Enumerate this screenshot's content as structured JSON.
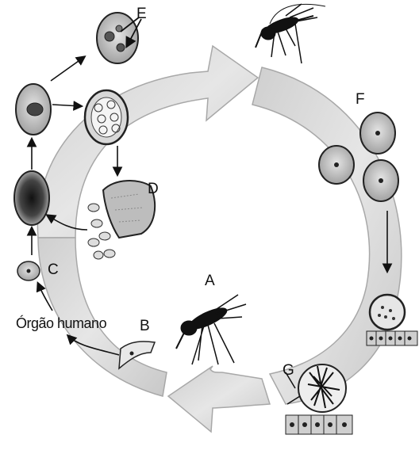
{
  "diagram": {
    "labels": {
      "a": "A",
      "b": "B",
      "c": "C",
      "d": "D",
      "e": "E",
      "f": "F",
      "g": "G"
    },
    "organ_text": "Órgão humano",
    "colors": {
      "cycle_arrow": "#d2d2d2",
      "cycle_arrow_edge": "#a8a8a8",
      "cell_fill": "#c4c4c4",
      "cell_dark": "#3a3a3a",
      "outline": "#222222"
    }
  }
}
